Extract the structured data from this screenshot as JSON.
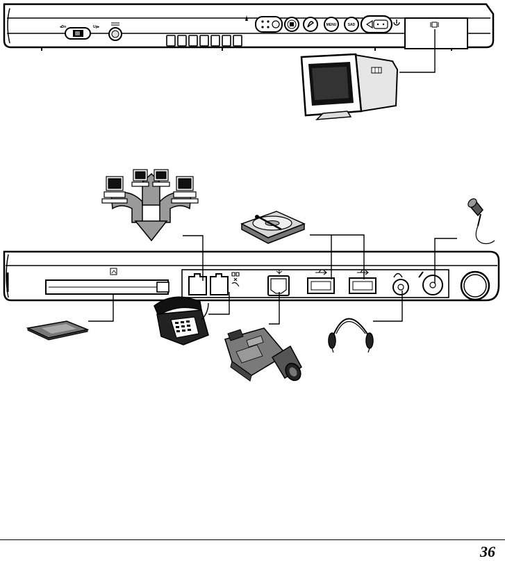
{
  "top_panel": {
    "label_down": "◂Dn",
    "label_up": "Up▸",
    "button_labels": {
      "menu": "MENU",
      "sad": "SAD"
    }
  },
  "footer": {
    "page_number": "36"
  },
  "colors": {
    "ink": "#000000",
    "paper": "#ffffff",
    "shade": "#9a9a9a",
    "light_shade": "#d8d8d8"
  },
  "icons": [
    "monitor-icon",
    "network-computers-icon",
    "hard-disk-icon",
    "microphone-icon",
    "pc-card-icon",
    "telephone-icon",
    "camcorder-icon",
    "headphones-icon",
    "usb-icon",
    "power-icon"
  ]
}
